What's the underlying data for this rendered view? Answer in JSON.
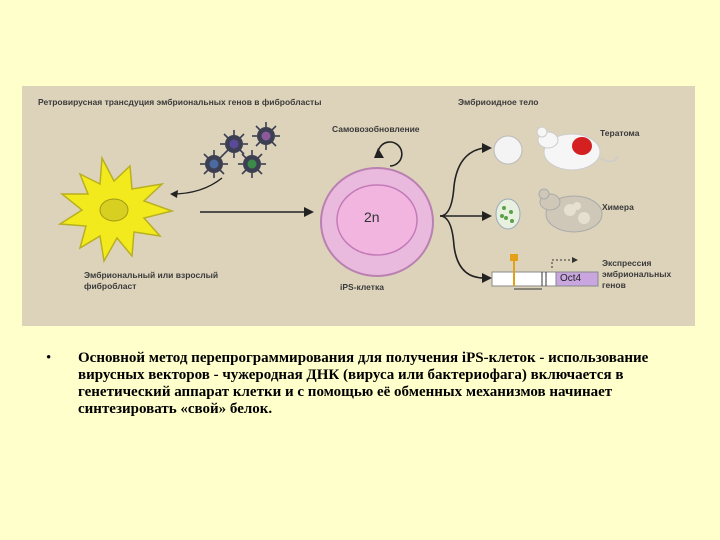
{
  "figure": {
    "label_retrovirus": "Ретровирусная трансдуция эмбриональных генов в фибробласты",
    "label_fibroblast": "Эмбриональный или взрослый фибробласт",
    "label_selfrenewal": "Самовозобновление",
    "label_ips": "iPS-клетка",
    "label_2n": "2n",
    "label_embryoid": "Эмбриоидное тело",
    "label_teratoma": "Тератома",
    "label_chimera": "Химера",
    "label_expression": "Экспрессия эмбриональных генов",
    "label_oct4": "Oct4"
  },
  "bullet": {
    "symbol": "•",
    "text": "Основной метод перепрограммирования для получения iPS-клеток - использование вирусных векторов - чужеродная ДНК (вируса или бактериофага) включается в генетический аппарат клетки и с помощью её обменных механизмов начинает синтезировать «свой» белок."
  },
  "colors": {
    "slide_background": "#ffffcc",
    "figure_background": "#ddd3bb",
    "fibroblast": "#f2ea1c",
    "ips_cell": "#e9b9de",
    "teratoma": "#d42020",
    "oct4_box": "#c9a6df",
    "marker": "#e3a019"
  }
}
